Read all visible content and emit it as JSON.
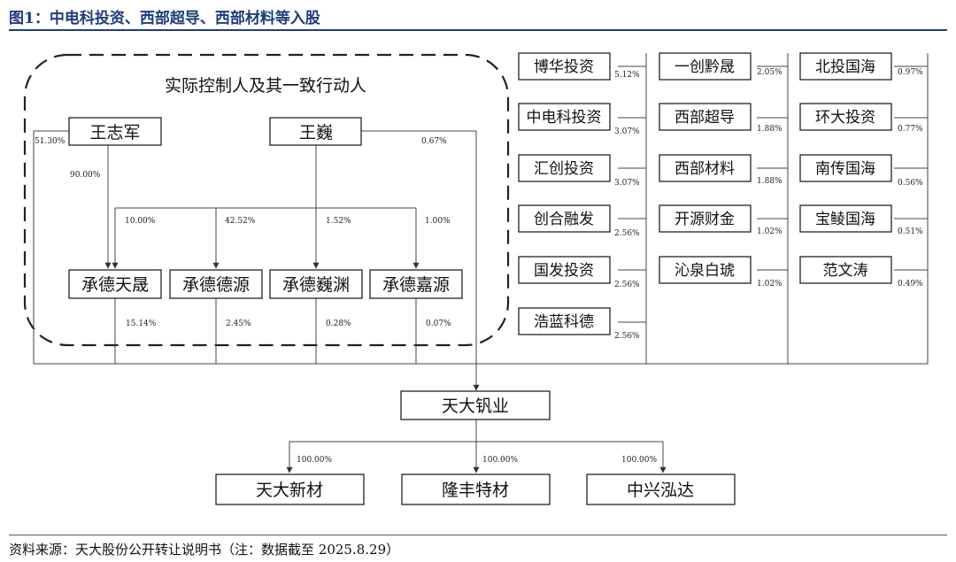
{
  "header": {
    "title": "图1：中电科投资、西部超导、西部材料等入股"
  },
  "footer": {
    "source": "资料来源：天大股份公开转让说明书（注：数据截至 2025.8.29）"
  },
  "group": {
    "label": "实际控制人及其一致行动人"
  },
  "controllers": {
    "wang_zhijun": {
      "name": "王志军",
      "pct_target": "51.30%",
      "pct_chengde_tiansheng": "90.00%"
    },
    "wang_wei": {
      "name": "王巍",
      "pct_target": "0.67%"
    }
  },
  "wang_wei_holdings": [
    "10.00%",
    "42.52%",
    "1.52%",
    "1.00%"
  ],
  "platforms": [
    {
      "name": "承德天晟",
      "pct": "15.14%"
    },
    {
      "name": "承德德源",
      "pct": "2.45%"
    },
    {
      "name": "承德巍渊",
      "pct": "0.28%"
    },
    {
      "name": "承德嘉源",
      "pct": "0.07%"
    }
  ],
  "investors": {
    "col1": [
      {
        "name": "博华投资",
        "pct": "5.12%"
      },
      {
        "name": "中电科投资",
        "pct": "3.07%"
      },
      {
        "name": "汇创投资",
        "pct": "3.07%"
      },
      {
        "name": "创合融发",
        "pct": "2.56%"
      },
      {
        "name": "国发投资",
        "pct": "2.56%"
      },
      {
        "name": "浩蓝科德",
        "pct": "2.56%"
      }
    ],
    "col2": [
      {
        "name": "一创黔晟",
        "pct": "2.05%"
      },
      {
        "name": "西部超导",
        "pct": "1.88%"
      },
      {
        "name": "西部材料",
        "pct": "1.88%"
      },
      {
        "name": "开源财金",
        "pct": "1.02%"
      },
      {
        "name": "沁泉白琥",
        "pct": "1.02%"
      }
    ],
    "col3": [
      {
        "name": "北投国海",
        "pct": "0.97%"
      },
      {
        "name": "环大投资",
        "pct": "0.77%"
      },
      {
        "name": "南传国海",
        "pct": "0.56%"
      },
      {
        "name": "宝鲮国海",
        "pct": "0.51%"
      },
      {
        "name": "范文涛",
        "pct": "0.49%"
      }
    ]
  },
  "company": {
    "name": "天大钒业"
  },
  "subsidiaries": [
    {
      "name": "天大新材",
      "pct": "100.00%"
    },
    {
      "name": "隆丰特材",
      "pct": "100.00%"
    },
    {
      "name": "中兴泓达",
      "pct": "100.00%"
    }
  ]
}
